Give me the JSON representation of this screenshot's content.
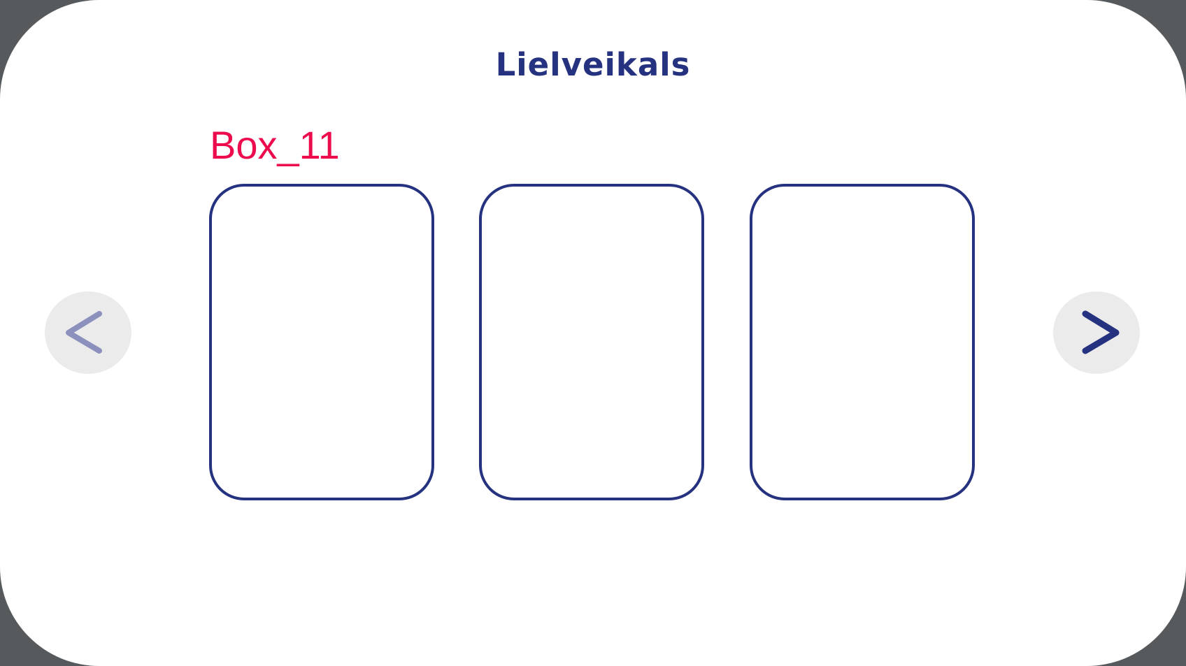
{
  "header": {
    "title": "Lielveikals"
  },
  "carousel": {
    "label": "Box_11",
    "prev_icon": "chevron-left-icon",
    "next_icon": "chevron-right-icon",
    "card_count": 3
  },
  "colors": {
    "primary": "#25327f",
    "accent": "#ec0c4d",
    "button_bg": "#ecebec",
    "prev_chevron": "#8b90bd",
    "frame": "#565a5c"
  }
}
